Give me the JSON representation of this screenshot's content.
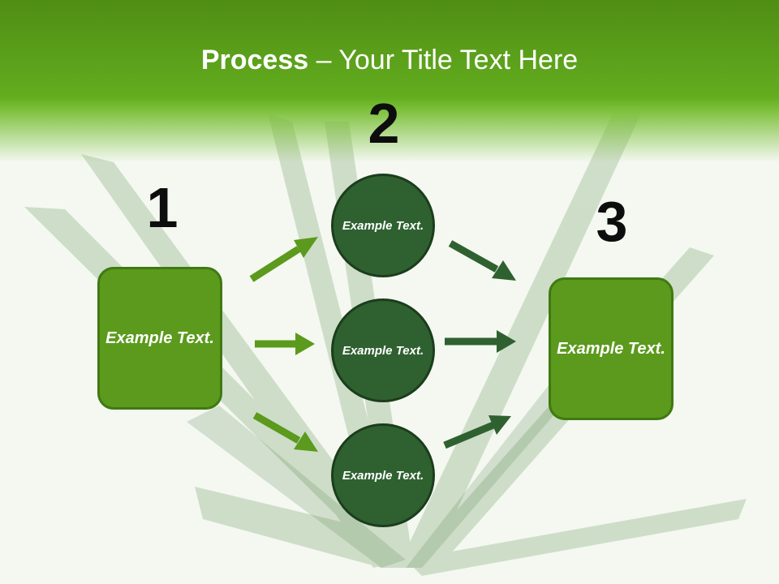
{
  "title": {
    "bold": "Process",
    "rest": " – Your Title Text Here"
  },
  "steps": [
    {
      "number": "1"
    },
    {
      "number": "2"
    },
    {
      "number": "3"
    }
  ],
  "left_box": {
    "text": "Example Text."
  },
  "circles": [
    {
      "text": "Example Text."
    },
    {
      "text": "Example Text."
    },
    {
      "text": "Example Text."
    }
  ],
  "right_box": {
    "text": "Example Text."
  },
  "colors": {
    "header_green": "#63ad1f",
    "box_green": "#5b9a1c",
    "circle_green": "#2f6130",
    "arrow_light": "#5b9a1c",
    "arrow_dark": "#2f6130"
  }
}
